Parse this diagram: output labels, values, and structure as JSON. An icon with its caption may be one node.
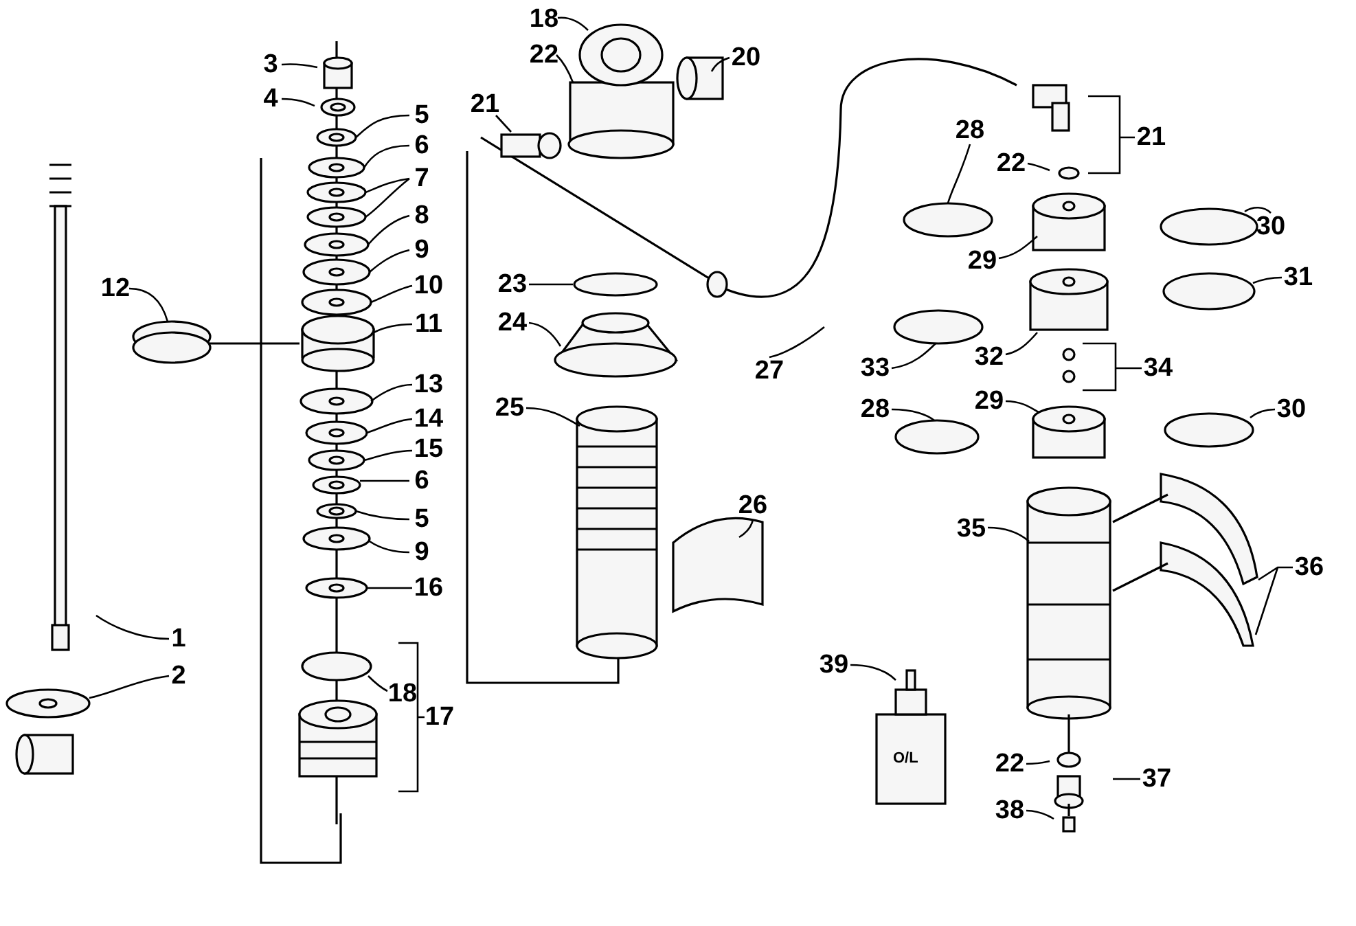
{
  "diagram": {
    "nodes": [
      {
        "text": [
          "3"
        ]
      },
      {
        "text": [
          "4"
        ]
      },
      {
        "text": [
          "5"
        ]
      },
      {
        "text": [
          "6"
        ]
      },
      {
        "text": [
          "7"
        ]
      },
      {
        "text": [
          "8"
        ]
      },
      {
        "text": [
          "9"
        ]
      },
      {
        "text": [
          "10"
        ]
      },
      {
        "text": [
          "11"
        ]
      },
      {
        "text": [
          "12"
        ]
      },
      {
        "text": [
          "13"
        ]
      },
      {
        "text": [
          "14"
        ]
      },
      {
        "text": [
          "15"
        ]
      },
      {
        "text": [
          "6"
        ]
      },
      {
        "text": [
          "5"
        ]
      },
      {
        "text": [
          "9"
        ]
      },
      {
        "text": [
          "16"
        ]
      },
      {
        "text": [
          "18"
        ]
      },
      {
        "text": [
          "17"
        ]
      },
      {
        "text": [
          "1"
        ]
      },
      {
        "text": [
          "2"
        ]
      },
      {
        "text": [
          "18"
        ]
      },
      {
        "text": [
          "22"
        ]
      },
      {
        "text": [
          "20"
        ]
      },
      {
        "text": [
          "21"
        ]
      },
      {
        "text": [
          "23"
        ]
      },
      {
        "text": [
          "24"
        ]
      },
      {
        "text": [
          "25"
        ]
      },
      {
        "text": [
          "26"
        ]
      },
      {
        "text": [
          "27"
        ]
      },
      {
        "text": [
          "28"
        ]
      },
      {
        "text": [
          "22"
        ]
      },
      {
        "text": [
          "21"
        ]
      },
      {
        "text": [
          "29"
        ]
      },
      {
        "text": [
          "30"
        ]
      },
      {
        "text": [
          "31"
        ]
      },
      {
        "text": [
          "32"
        ]
      },
      {
        "text": [
          "33"
        ]
      },
      {
        "text": [
          "34"
        ]
      },
      {
        "text": [
          "28"
        ]
      },
      {
        "text": [
          "29"
        ]
      },
      {
        "text": [
          "30"
        ]
      },
      {
        "text": [
          "35"
        ]
      },
      {
        "text": [
          "36"
        ]
      },
      {
        "text": [
          "39"
        ]
      },
      {
        "text": [
          "22"
        ]
      },
      {
        "text": [
          "37"
        ]
      },
      {
        "text": [
          "38"
        ]
      }
    ],
    "edges": [
      {
        "from": 0,
        "to": null,
        "arrow": "none"
      },
      {
        "from": 1,
        "to": null,
        "arrow": "none"
      },
      {
        "from": 2,
        "to": null,
        "arrow": "none"
      },
      {
        "from": 3,
        "to": null,
        "arrow": "none"
      },
      {
        "from": 4,
        "to": null,
        "arrow": "none"
      },
      {
        "from": 5,
        "to": null,
        "arrow": "none"
      },
      {
        "from": 6,
        "to": null,
        "arrow": "none"
      },
      {
        "from": 7,
        "to": null,
        "arrow": "none"
      },
      {
        "from": 8,
        "to": null,
        "arrow": "none"
      },
      {
        "from": 9,
        "to": null,
        "arrow": "none"
      },
      {
        "from": 10,
        "to": null,
        "arrow": "none"
      },
      {
        "from": 11,
        "to": null,
        "arrow": "none"
      },
      {
        "from": 12,
        "to": null,
        "arrow": "none"
      },
      {
        "from": 13,
        "to": null,
        "arrow": "none"
      },
      {
        "from": 14,
        "to": null,
        "arrow": "none"
      },
      {
        "from": 15,
        "to": null,
        "arrow": "none"
      },
      {
        "from": 16,
        "to": null,
        "arrow": "none"
      },
      {
        "from": 17,
        "to": null,
        "arrow": "none"
      },
      {
        "from": 18,
        "to": null,
        "arrow": "none"
      },
      {
        "from": 19,
        "to": null,
        "arrow": "none"
      },
      {
        "from": 20,
        "to": null,
        "arrow": "none"
      },
      {
        "from": 21,
        "to": null,
        "arrow": "none"
      },
      {
        "from": 22,
        "to": null,
        "arrow": "none"
      },
      {
        "from": 23,
        "to": null,
        "arrow": "none"
      },
      {
        "from": 24,
        "to": null,
        "arrow": "none"
      },
      {
        "from": 25,
        "to": null,
        "arrow": "none"
      },
      {
        "from": 26,
        "to": null,
        "arrow": "none"
      },
      {
        "from": 27,
        "to": null,
        "arrow": "none"
      },
      {
        "from": 28,
        "to": null,
        "arrow": "none"
      },
      {
        "from": 29,
        "to": null,
        "arrow": "none"
      },
      {
        "from": 30,
        "to": null,
        "arrow": "none"
      },
      {
        "from": 31,
        "to": null,
        "arrow": "none"
      },
      {
        "from": 32,
        "to": null,
        "arrow": "none"
      },
      {
        "from": 33,
        "to": null,
        "arrow": "none"
      },
      {
        "from": 34,
        "to": null,
        "arrow": "none"
      },
      {
        "from": 35,
        "to": null,
        "arrow": "none"
      },
      {
        "from": 36,
        "to": null,
        "arrow": "none"
      },
      {
        "from": 37,
        "to": null,
        "arrow": "none"
      },
      {
        "from": 38,
        "to": null,
        "arrow": "none"
      },
      {
        "from": 39,
        "to": null,
        "arrow": "none"
      },
      {
        "from": 40,
        "to": null,
        "arrow": "none"
      },
      {
        "from": 41,
        "to": null,
        "arrow": "none"
      },
      {
        "from": 42,
        "to": null,
        "arrow": "none"
      },
      {
        "from": 43,
        "to": null,
        "arrow": "none"
      },
      {
        "from": 44,
        "to": null,
        "arrow": "none"
      },
      {
        "from": 45,
        "to": null,
        "arrow": "none"
      },
      {
        "from": 46,
        "to": null,
        "arrow": "none"
      },
      {
        "from": 47,
        "to": null,
        "arrow": "none"
      }
    ],
    "labels": [
      "O/L"
    ]
  }
}
